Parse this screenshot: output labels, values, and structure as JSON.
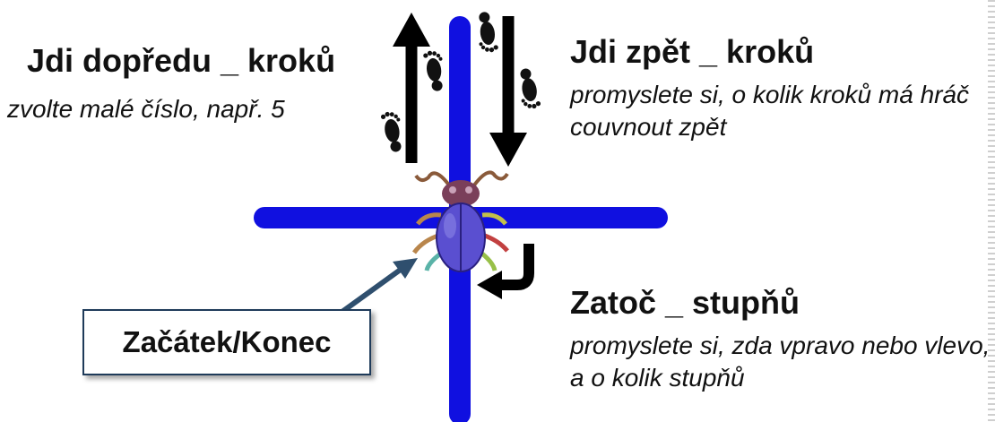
{
  "forward": {
    "title": "Jdi dopředu _ kroků",
    "note": "zvolte malé číslo, např. 5"
  },
  "backward": {
    "title": "Jdi zpět _ kroků",
    "note": "promyslete si, o kolik kroků má hráč couvnout zpět"
  },
  "turn": {
    "title": "Zatoč _ stupňů",
    "note": "promyslete si, zda vpravo nebo vlevo, a o kolik stupňů"
  },
  "start_box": {
    "label": "Začátek/Konec"
  },
  "colors": {
    "cross_line": "#1010e0",
    "arrow": "#000000",
    "callout_arrow": "#2f4f6e",
    "bug_shell": "#5a4fd0",
    "bug_head": "#7a3f5a",
    "text": "#111111"
  },
  "icons": [
    "footprints-icon",
    "beetle-icon",
    "arrow-up-icon",
    "arrow-down-icon",
    "turn-arrow-icon",
    "callout-arrow-icon"
  ]
}
